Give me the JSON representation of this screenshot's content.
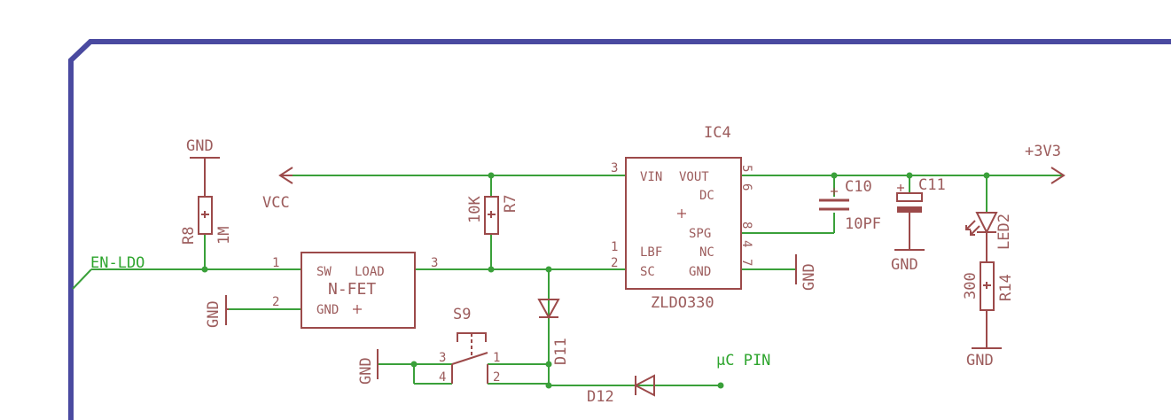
{
  "colors": {
    "symbol": "#9c4a4a",
    "wire": "#3aa03a",
    "frame": "#4a4aa0"
  },
  "labels": {
    "gnd_top": "GND",
    "r8_name": "R8",
    "r8_value": "1M",
    "net_en_ldo": "EN-LDO",
    "gnd_left": "GND",
    "vcc": "VCC",
    "r7_value": "10K",
    "r7_name": "R7",
    "ic4_name": "IC4",
    "ic4_part": "ZLDO330",
    "ic4_pin_vin": "VIN",
    "ic4_pin_vout": "VOUT",
    "ic4_pin_dc": "DC",
    "ic4_pin_spg": "SPG",
    "ic4_pin_lbf": "LBF",
    "ic4_pin_nc": "NC",
    "ic4_pin_sc": "SC",
    "ic4_pin_gnd": "GND",
    "ic4_num_3": "3",
    "ic4_num_5": "5",
    "ic4_num_6": "6",
    "ic4_num_8": "8",
    "ic4_num_4": "4",
    "ic4_num_1": "1",
    "ic4_num_2": "2",
    "ic4_num_7": "7",
    "gnd_ic4": "GND",
    "nfet_sw": "SW",
    "nfet_load": "LOAD",
    "nfet_name": "N-FET",
    "nfet_gnd": "GND",
    "nfet_num_1": "1",
    "nfet_num_2": "2",
    "nfet_num_3": "3",
    "c10_name": "C10",
    "c10_value": "10PF",
    "c11_name": "C11",
    "gnd_c11": "GND",
    "net_3v3": "+3V3",
    "led2_name": "LED2",
    "r14_value": "300",
    "r14_name": "R14",
    "gnd_r14": "GND",
    "s9_name": "S9",
    "s9_num_3": "3",
    "s9_num_1": "1",
    "s9_num_4": "4",
    "s9_num_2": "2",
    "gnd_s9": "GND",
    "d11_name": "D11",
    "d12_name": "D12",
    "net_uc_pin": "µC PIN"
  }
}
